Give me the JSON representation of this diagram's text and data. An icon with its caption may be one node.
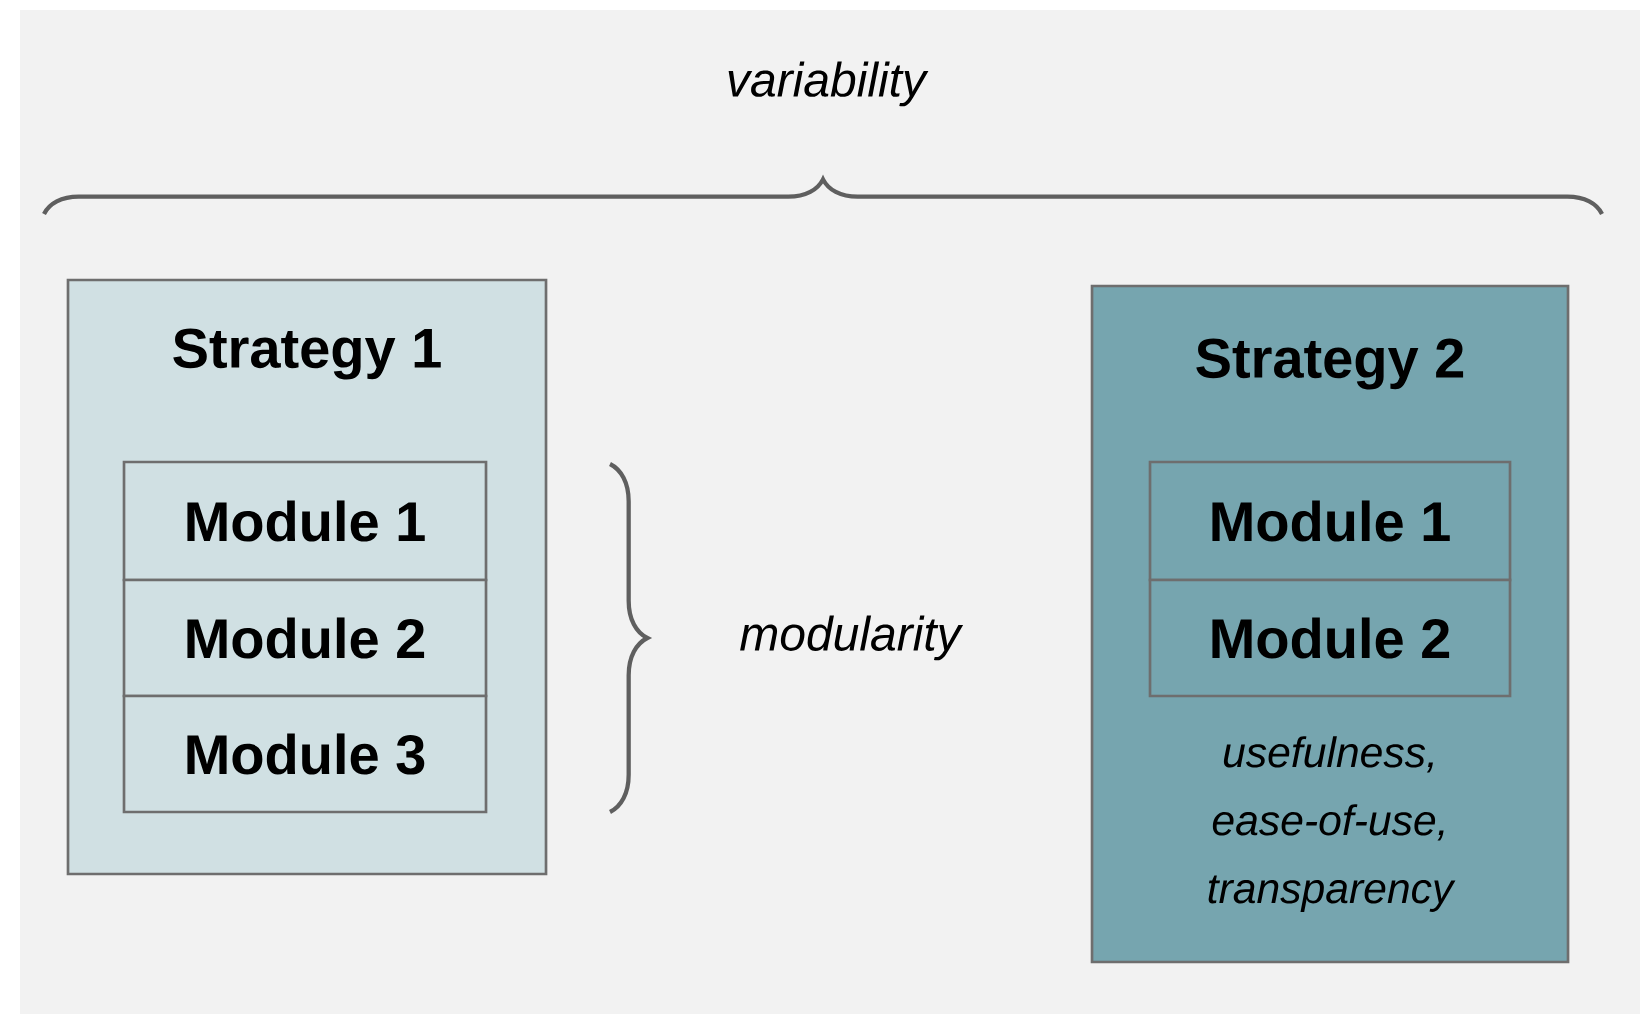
{
  "diagram": {
    "nodes": [
      {
        "text": [
          "Strategy 1"
        ]
      },
      {
        "text": [
          "Module 1"
        ],
        "in": 0
      },
      {
        "text": [
          "Module 2"
        ],
        "in": 0
      },
      {
        "text": [
          "Module 3"
        ],
        "in": 0
      },
      {
        "text": [
          "Strategy 2",
          "usefulness, ease-of-use, transparency"
        ]
      },
      {
        "text": [
          "Module 1"
        ],
        "in": 4
      },
      {
        "text": [
          "Module 2"
        ],
        "in": 4
      }
    ],
    "edges": [],
    "labels": [
      "variability",
      "modularity"
    ]
  }
}
